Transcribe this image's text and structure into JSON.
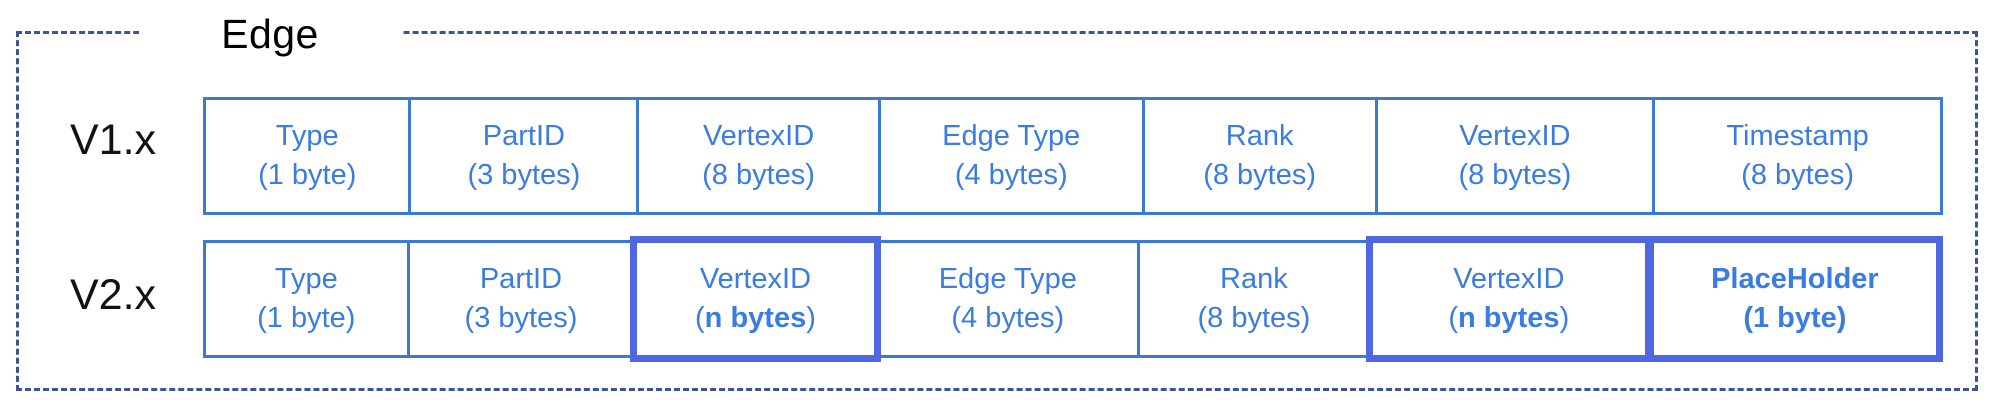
{
  "diagram": {
    "title": "Edge",
    "rows": [
      {
        "version": "V1.x",
        "cells": [
          {
            "label": "Type",
            "size": "(1 byte)"
          },
          {
            "label": "PartID",
            "size": "(3 bytes)"
          },
          {
            "label": "VertexID",
            "size": "(8 bytes)"
          },
          {
            "label": "Edge Type",
            "size": "(4 bytes)"
          },
          {
            "label": "Rank",
            "size": "(8 bytes)"
          },
          {
            "label": "VertexID",
            "size": "(8 bytes)"
          },
          {
            "label": "Timestamp",
            "size": "(8 bytes)"
          }
        ]
      },
      {
        "version": "V2.x",
        "cells": [
          {
            "label": "Type",
            "size": "(1 byte)"
          },
          {
            "label": "PartID",
            "size": "(3 bytes)"
          },
          {
            "label": "VertexID",
            "size_open": "(",
            "size_core": "n bytes",
            "size_close": ")",
            "highlighted": true
          },
          {
            "label": "Edge Type",
            "size": "(4 bytes)"
          },
          {
            "label": "Rank",
            "size": "(8 bytes)"
          },
          {
            "label": "VertexID",
            "size_open": "(",
            "size_core": "n bytes",
            "size_close": ")",
            "highlighted": true
          },
          {
            "label": "PlaceHolder",
            "size": "(1 byte)",
            "highlighted": true,
            "bold": true
          }
        ]
      }
    ]
  },
  "colors": {
    "field_text": "#3a7ce0",
    "thin_border": "#3c78d8",
    "thick_border": "#4f68e0",
    "frame_dash": "#3d5493",
    "title_text": "#000000"
  }
}
